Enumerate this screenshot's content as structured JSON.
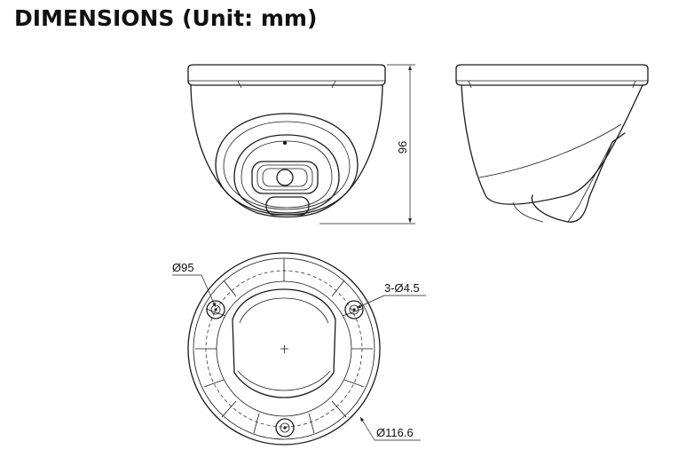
{
  "title": "DIMENSIONS (Unit: mm)",
  "front_view": {
    "height_label": "96"
  },
  "bottom_view": {
    "outer_diameter_label": "Ø116.6",
    "inner_diameter_label": "Ø95",
    "holes_label": "3-Ø4.5"
  }
}
